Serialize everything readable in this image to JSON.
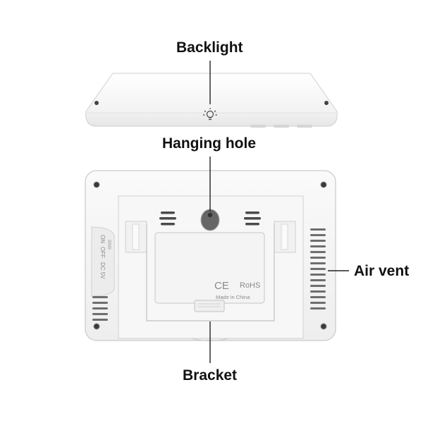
{
  "callouts": {
    "backlight": "Backlight",
    "hanging_hole": "Hanging hole",
    "air_vent": "Air vent",
    "bracket": "Bracket"
  },
  "markings": {
    "ce": "CE",
    "rohs": "RoHS",
    "made_in": "Made in China",
    "switch_on": "ON",
    "switch_off": "OFF",
    "power": "DC 5V"
  },
  "colors": {
    "background": "#ffffff",
    "device_body": "#f4f4f4",
    "outline": "#c9c9c9",
    "vent_slot": "#6e6e6e",
    "screw": "#3a3a3a",
    "leader_line": "#222222"
  }
}
